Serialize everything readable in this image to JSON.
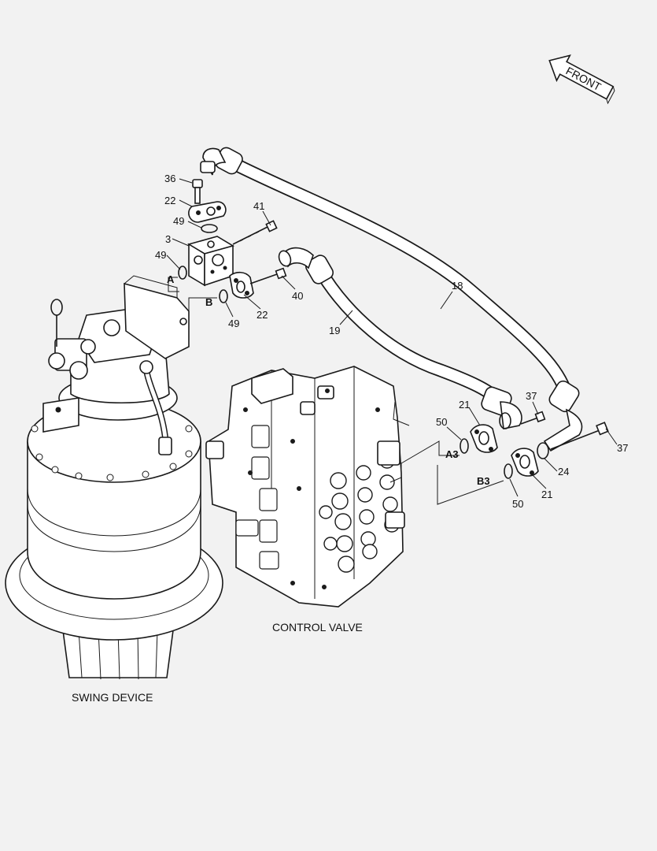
{
  "arrow_label": "FRONT",
  "captions": {
    "swing_device": "SWING DEVICE",
    "control_valve": "CONTROL VALVE"
  },
  "ports": {
    "a": "A",
    "b": "B",
    "a3": "A3",
    "b3": "B3"
  },
  "callouts": {
    "c36": "36",
    "c22_top": "22",
    "c49_top": "49",
    "c3": "3",
    "c49_left": "49",
    "c41": "41",
    "c40": "40",
    "c49_b": "49",
    "c22_b": "22",
    "c18": "18",
    "c19": "19",
    "c21_upper": "21",
    "c50_upper": "50",
    "c37_upper": "37",
    "c37_right": "37",
    "c24": "24",
    "c21_lower": "21",
    "c50_lower": "50"
  }
}
